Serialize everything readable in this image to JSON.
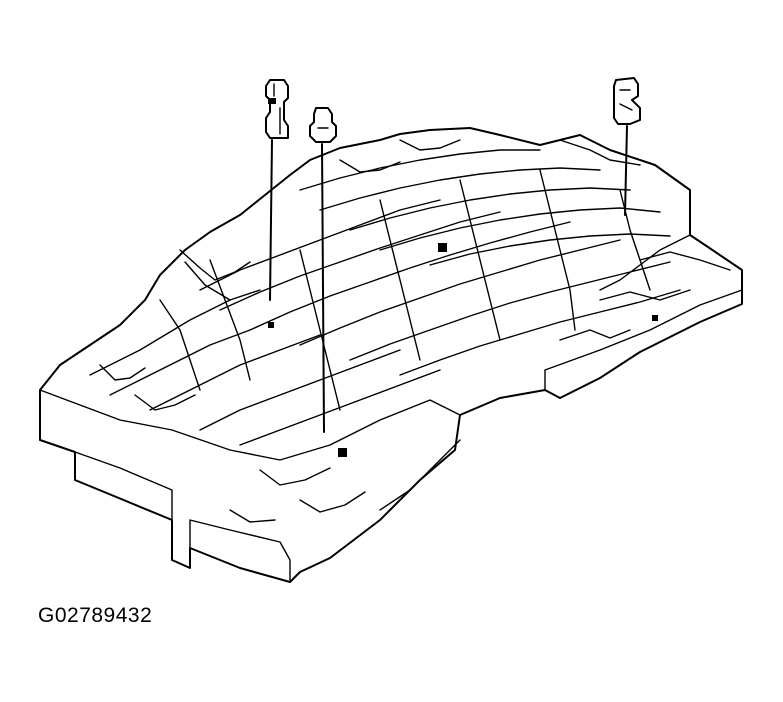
{
  "figure": {
    "id_label": "G02789432",
    "callouts": [
      {
        "name": "callout-1-marker",
        "glyph": "check-ball"
      },
      {
        "name": "callout-2-marker",
        "glyph": "check-ball"
      },
      {
        "name": "callout-3-marker",
        "glyph": "check-ball"
      }
    ]
  },
  "colors": {
    "ink": "#000000",
    "background": "#ffffff"
  }
}
